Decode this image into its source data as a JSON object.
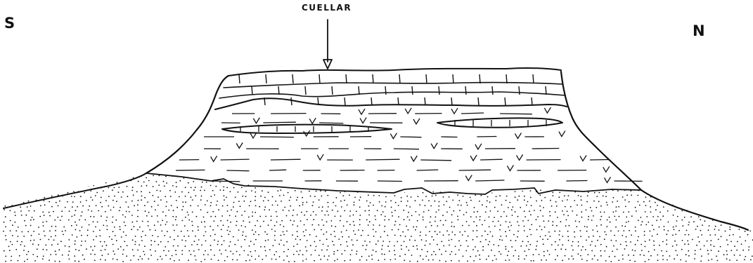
{
  "diagram": {
    "labels": {
      "south": "S",
      "north": "N",
      "locality": "CUELLAR"
    },
    "layers": [
      "limestone-cap",
      "marl-with-lenses",
      "dotted-sand-base"
    ],
    "ink_color": "#111111",
    "background": "#ffffff"
  }
}
